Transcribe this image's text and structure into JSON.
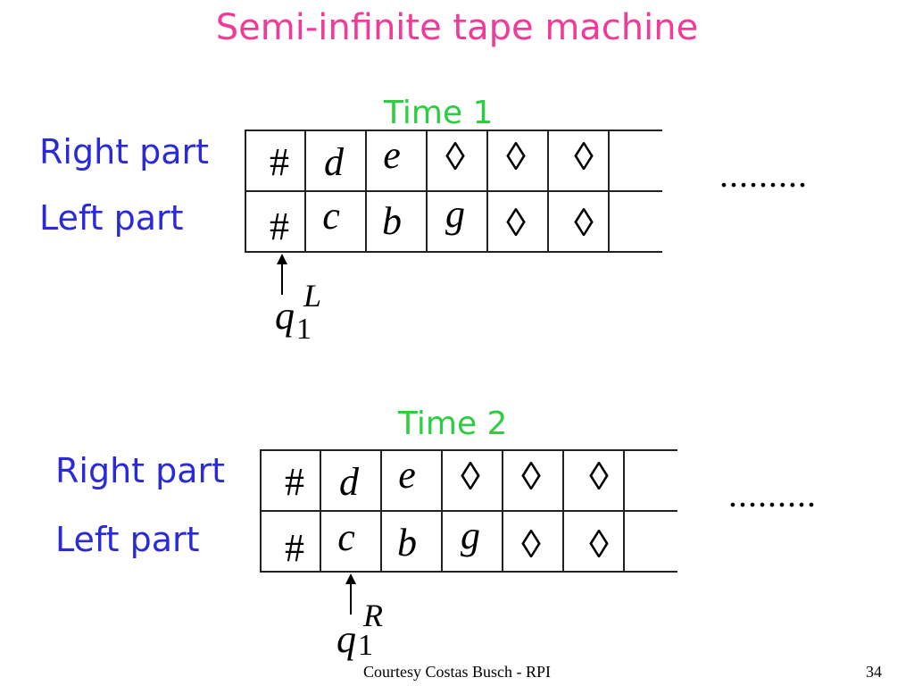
{
  "title": "Semi-infinite tape machine",
  "diagrams": [
    {
      "time_label": "Time 1",
      "right_label": "Right part",
      "left_label": "Left part",
      "right_cells": [
        "#",
        "d",
        "e",
        "◊",
        "◊",
        "◊"
      ],
      "left_cells": [
        "#",
        "c",
        "b",
        "g",
        "◊",
        "◊"
      ],
      "dots": ".........",
      "head_state": "q",
      "head_subscript": "1",
      "head_superscript": "L"
    },
    {
      "time_label": "Time 2",
      "right_label": "Right part",
      "left_label": "Left part",
      "right_cells": [
        "#",
        "d",
        "e",
        "◊",
        "◊",
        "◊"
      ],
      "left_cells": [
        "#",
        "c",
        "b",
        "g",
        "◊",
        "◊"
      ],
      "dots": ".........",
      "head_state": "q",
      "head_subscript": "1",
      "head_superscript": "R"
    }
  ],
  "footer": "Courtesy Costas Busch - RPI",
  "page_number": "34"
}
